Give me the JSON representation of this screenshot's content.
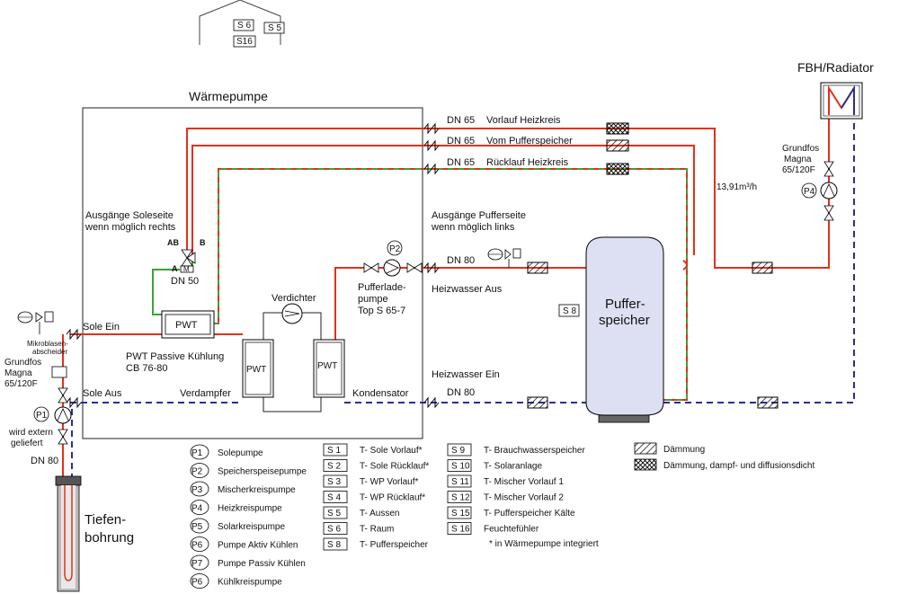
{
  "title_wp": "Wärmepumpe",
  "title_fbh": "FBH/Radiator",
  "house": {
    "s6": "S 6",
    "s5": "S 5",
    "s16": "S16"
  },
  "pipes": {
    "dn65": "DN 65",
    "vorlauf": "Vorlauf Heizkreis",
    "vom_puffer": "Vom Pufferspeicher",
    "ruecklauf": "Rücklauf Heizkreis",
    "flow": "13,91m³/h",
    "dn80": "DN 80",
    "heiz_aus": "Heizwasser Aus",
    "heiz_ein": "Heizwasser Ein",
    "dn80b": "DN 80"
  },
  "labels": {
    "ausgaenge_sole_1": "Ausgänge Soleseite",
    "ausgaenge_sole_2": "wenn möglich rechts",
    "ausgaenge_puffer_1": "Ausgänge Pufferseite",
    "ausgaenge_puffer_2": "wenn möglich links",
    "ab": "AB",
    "b": "B",
    "a": "A",
    "m": "M",
    "dn50": "DN 50",
    "pwt": "PWT",
    "pwt_passiv_1": "PWT Passive Kühlung",
    "pwt_passiv_2": "CB 76-80",
    "verdichter": "Verdichter",
    "verdampfer": "Verdampfer",
    "kondensator": "Kondensator",
    "p2": "P2",
    "pufferlade_1": "Pufferlade-",
    "pufferlade_2": "pumpe",
    "pufferlade_3": "Top S 65-7",
    "sole_ein": "Sole Ein",
    "sole_aus": "Sole Aus",
    "mikro_1": "Mikroblasen-",
    "mikro_2": "abscheider",
    "grundfos_l_1": "Grundfos",
    "grundfos_l_2": "Magna",
    "grundfos_l_3": "65/120F",
    "p1": "P1",
    "extern_1": "wird extern",
    "extern_2": "geliefert",
    "dn80_left": "DN 80",
    "tiefen_1": "Tiefen-",
    "tiefen_2": "bohrung",
    "puffer_1": "Puffer-",
    "puffer_2": "speicher",
    "s8": "S 8",
    "grundfos_r_1": "Grundfos",
    "grundfos_r_2": "Magna",
    "grundfos_r_3": "65/120F",
    "p4": "P4"
  },
  "legend_pumps": [
    {
      "code": "P1",
      "name": "Solepumpe"
    },
    {
      "code": "P2",
      "name": "Speicherspeisepumpe"
    },
    {
      "code": "P3",
      "name": "Mischerkreispumpe"
    },
    {
      "code": "P4",
      "name": "Heizkreispumpe"
    },
    {
      "code": "P5",
      "name": "Solarkreispumpe"
    },
    {
      "code": "P6",
      "name": "Pumpe Aktiv Kühlen"
    },
    {
      "code": "P7",
      "name": "Pumpe Passiv Kühlen"
    },
    {
      "code": "P6",
      "name": "Kühlkreispumpe"
    }
  ],
  "legend_sensors_1": [
    {
      "code": "S 1",
      "name": "T- Sole Vorlauf*"
    },
    {
      "code": "S 2",
      "name": "T- Sole Rücklauf*"
    },
    {
      "code": "S 3",
      "name": "T- WP Vorlauf*"
    },
    {
      "code": "S 4",
      "name": "T- WP Rücklauf*"
    },
    {
      "code": "S 5",
      "name": "T- Aussen"
    },
    {
      "code": "S 6",
      "name": "T- Raum"
    },
    {
      "code": "S 8",
      "name": "T- Pufferspeicher"
    }
  ],
  "legend_sensors_2": [
    {
      "code": "S 9",
      "name": "T- Brauchwasserspeicher"
    },
    {
      "code": "S 10",
      "name": "T- Solaranlage"
    },
    {
      "code": "S 11",
      "name": "T- Mischer Vorlauf 1"
    },
    {
      "code": "S 12",
      "name": "T- Mischer Vorlauf 2"
    },
    {
      "code": "S 15",
      "name": "T- Pufferspeicher Kälte"
    },
    {
      "code": "S 16",
      "name": "Feuchtefühler"
    }
  ],
  "legend_note": "* in Wärmepumpe integriert",
  "legend_insulation": [
    {
      "name": "Dämmung"
    },
    {
      "name": "Dämmung, dampf- und diffusionsdicht"
    }
  ],
  "colors": {
    "red": "#e2301e",
    "green": "#3aa33a",
    "blue": "#2c2c9a",
    "tank": "#dde0f2"
  }
}
